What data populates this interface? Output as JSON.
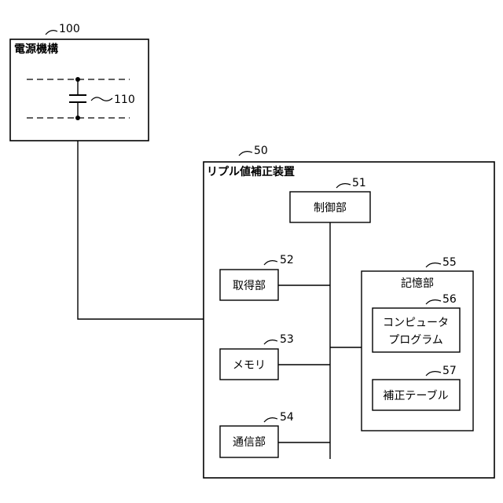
{
  "power": {
    "ref": "100",
    "title": "電源機構",
    "cap_ref": "110"
  },
  "device": {
    "ref": "50",
    "title": "リプル値補正装置"
  },
  "control": {
    "ref": "51",
    "label": "制御部"
  },
  "acquire": {
    "ref": "52",
    "label": "取得部"
  },
  "memory": {
    "ref": "53",
    "label": "メモリ"
  },
  "comm": {
    "ref": "54",
    "label": "通信部"
  },
  "storage": {
    "ref": "55",
    "label": "記憶部"
  },
  "program": {
    "ref": "56",
    "line1": "コンピュータ",
    "line2": "プログラム"
  },
  "table": {
    "ref": "57",
    "label": "補正テーブル"
  }
}
